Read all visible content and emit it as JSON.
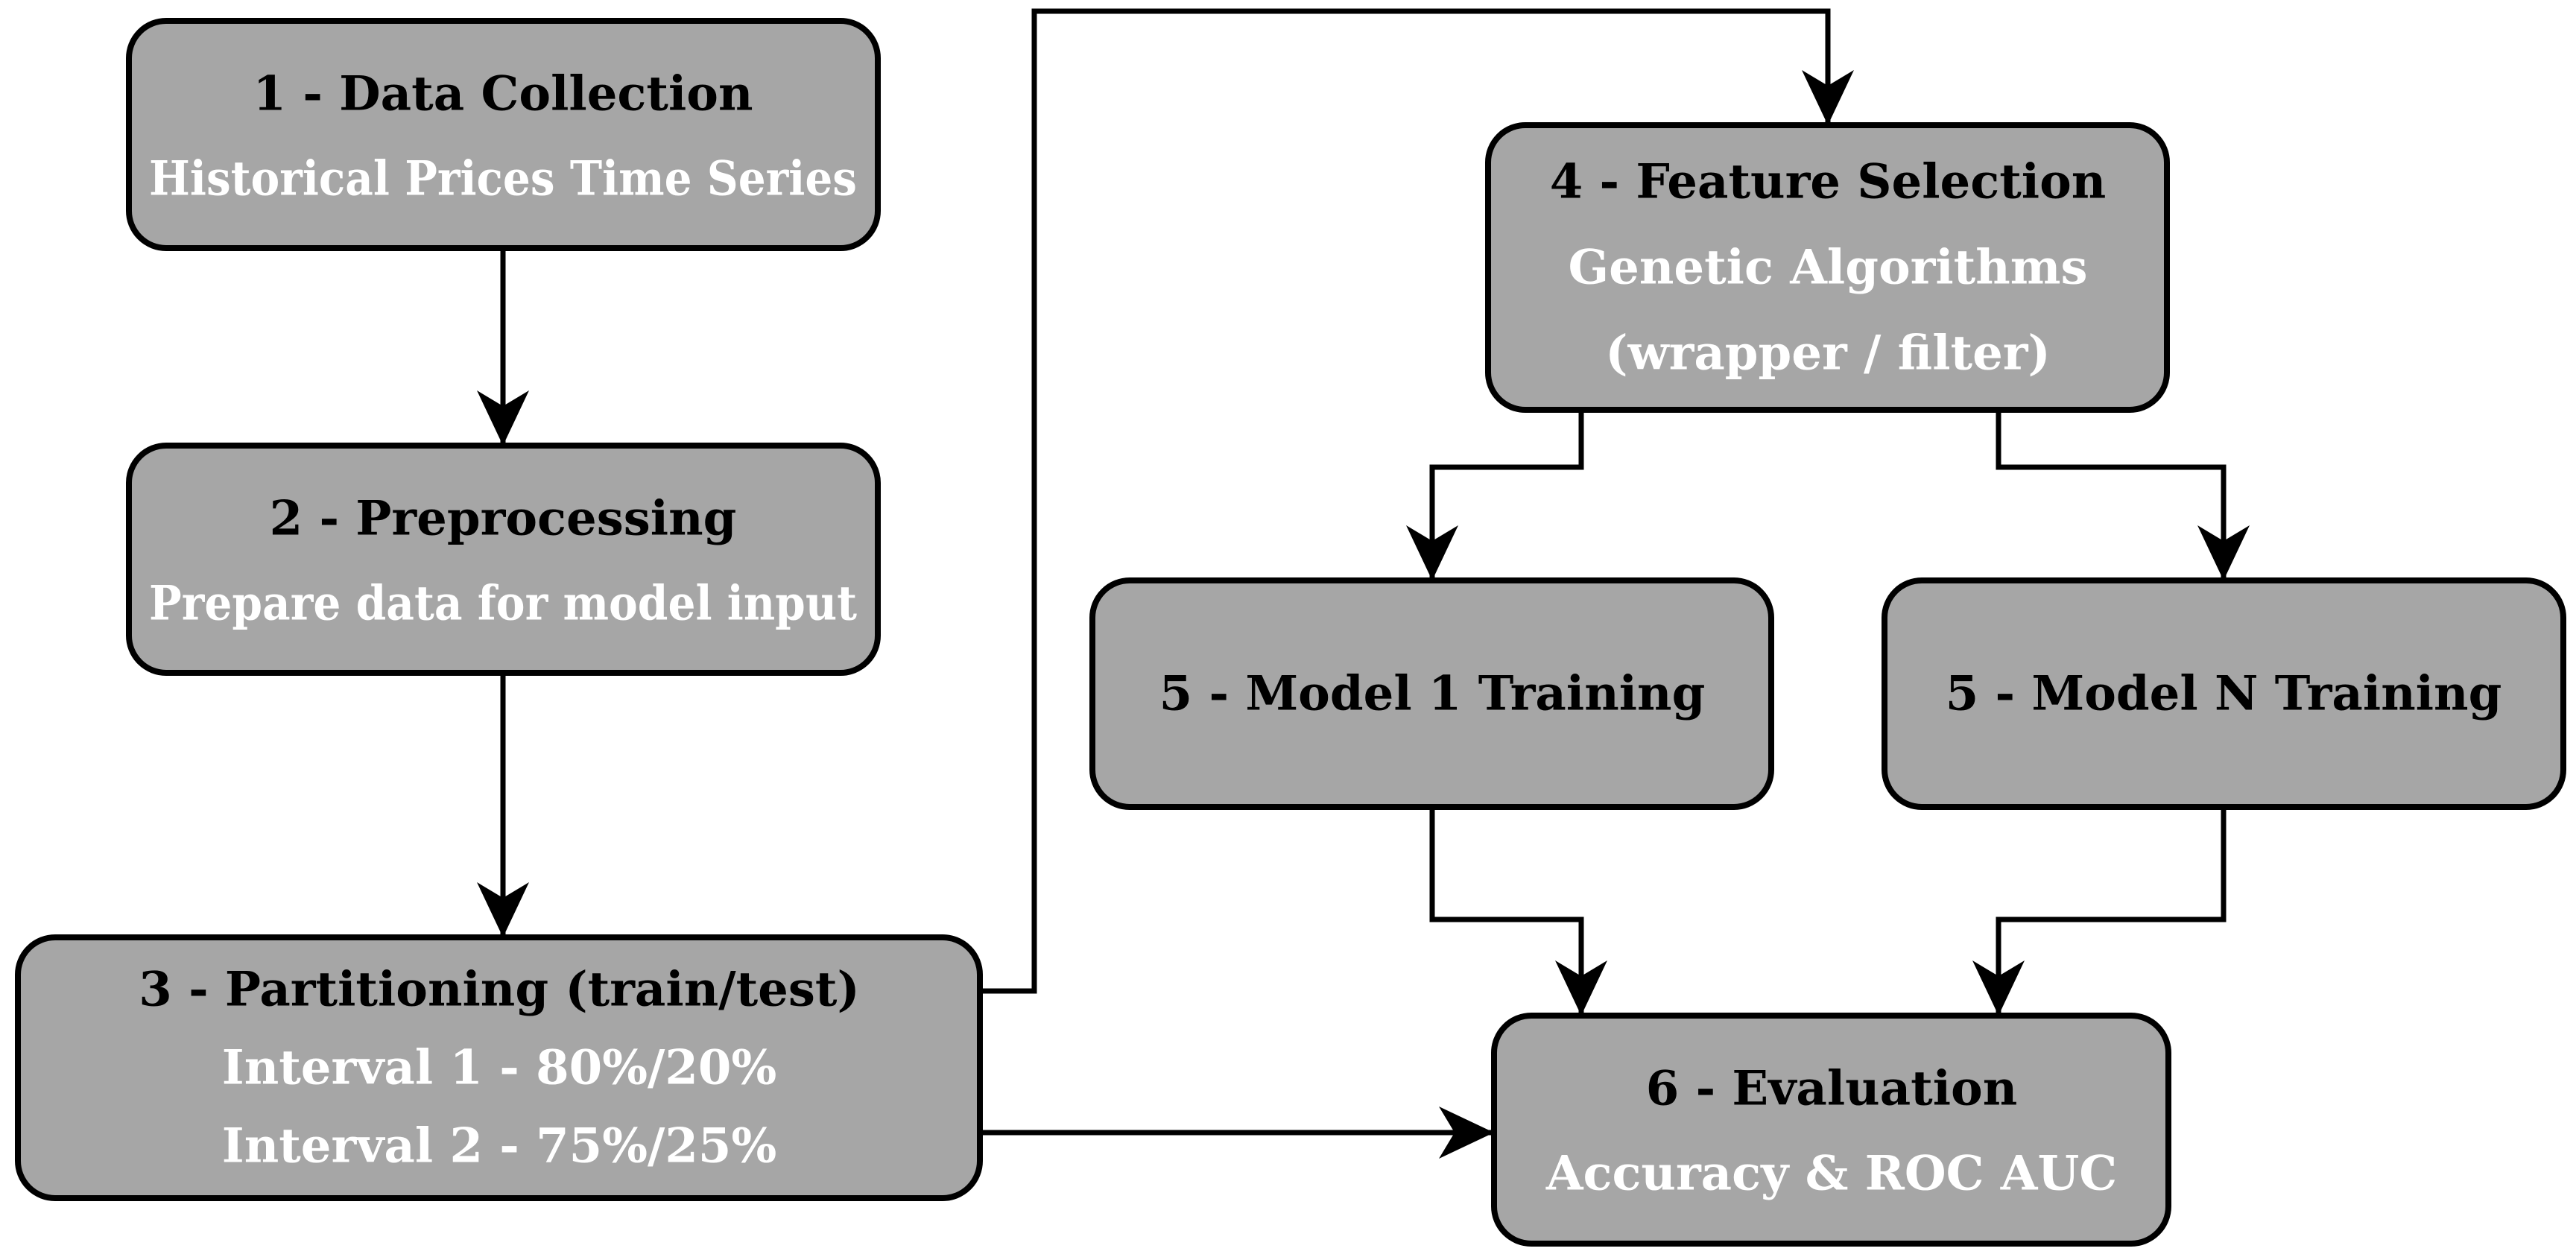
{
  "flowchart": {
    "background_color": "#ffffff",
    "node_fill_color": "#a6a6a6",
    "node_border_color": "#000000",
    "title_text_color": "#000000",
    "subtitle_text_color": "#ffffff",
    "connector_color": "#000000",
    "nodes": [
      {
        "id": "data-collection",
        "title": "1 - Data Collection",
        "subtitle": "Historical Prices Time Series"
      },
      {
        "id": "preprocessing",
        "title": "2 - Preprocessing",
        "subtitle": "Prepare data for model input"
      },
      {
        "id": "partitioning",
        "title": "3 - Partitioning (train/test)",
        "subtitle": "Interval 1 - 80%/20%",
        "subtitle2": "Interval 2 - 75%/25%"
      },
      {
        "id": "feature-selection",
        "title": "4 - Feature Selection",
        "subtitle": "Genetic Algorithms",
        "subtitle2": "(wrapper / filter)"
      },
      {
        "id": "model-1-training",
        "title": "5 - Model 1 Training"
      },
      {
        "id": "model-n-training",
        "title": "5 - Model N Training"
      },
      {
        "id": "evaluation",
        "title": "6 - Evaluation",
        "subtitle": "Accuracy & ROC AUC"
      }
    ],
    "edges": [
      {
        "from": "data-collection",
        "to": "preprocessing"
      },
      {
        "from": "preprocessing",
        "to": "partitioning"
      },
      {
        "from": "partitioning",
        "to": "feature-selection"
      },
      {
        "from": "feature-selection",
        "to": "model-1-training"
      },
      {
        "from": "feature-selection",
        "to": "model-n-training"
      },
      {
        "from": "model-1-training",
        "to": "evaluation"
      },
      {
        "from": "model-n-training",
        "to": "evaluation"
      },
      {
        "from": "partitioning",
        "to": "evaluation"
      }
    ]
  }
}
